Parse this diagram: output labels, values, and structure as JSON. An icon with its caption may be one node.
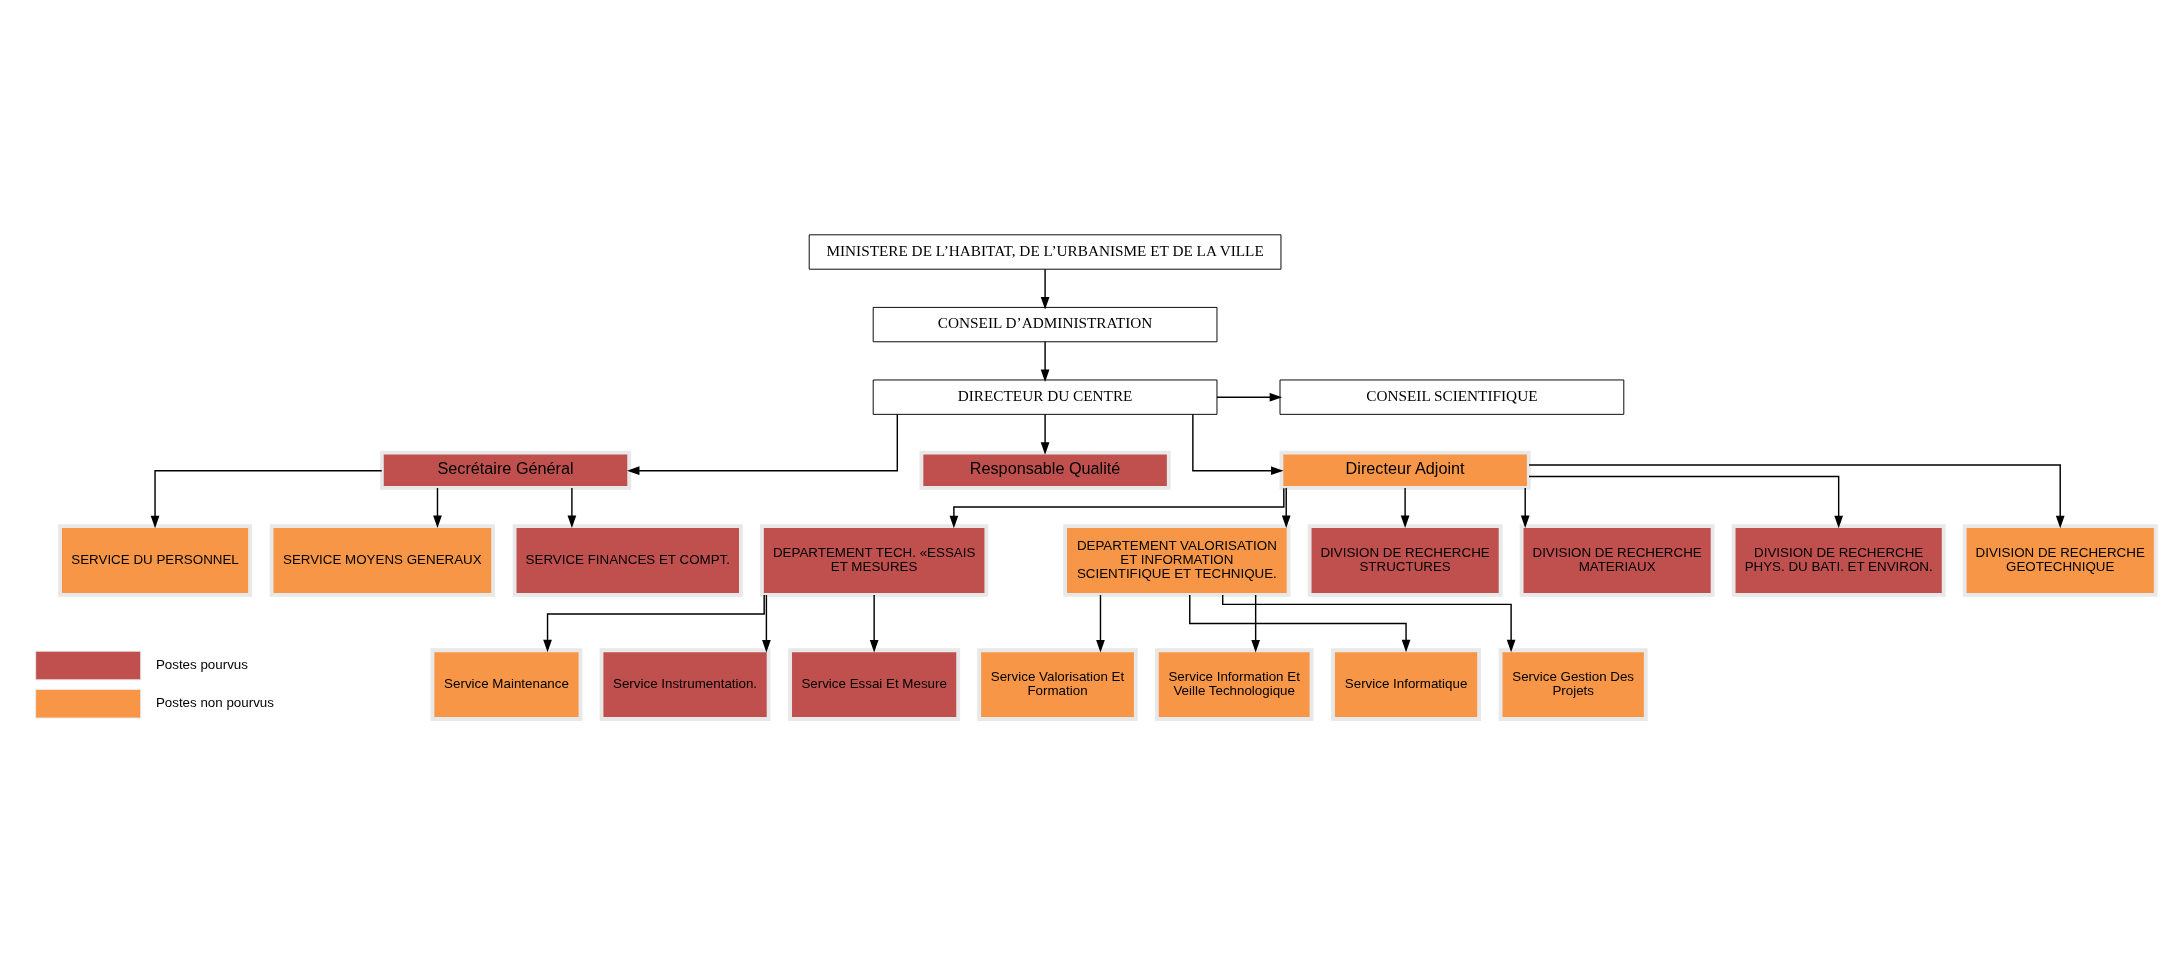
{
  "diagram": {
    "nodes": [
      {
        "text": [
          "MINISTERE DE L’HABITAT, DE L’URBANISME ET DE LA VILLE"
        ]
      },
      {
        "text": [
          "CONSEIL D’ADMINISTRATION"
        ]
      },
      {
        "text": [
          "DIRECTEUR DU CENTRE"
        ]
      },
      {
        "text": [
          "CONSEIL SCIENTIFIQUE"
        ]
      },
      {
        "text": [
          "Secrétaire Général"
        ]
      },
      {
        "text": [
          "Responsable Qualité"
        ]
      },
      {
        "text": [
          "Directeur Adjoint"
        ]
      },
      {
        "text": [
          "SERVICE DU PERSONNEL"
        ]
      },
      {
        "text": [
          "SERVICE MOYENS GENERAUX"
        ]
      },
      {
        "text": [
          "SERVICE FINANCES ET COMPT."
        ]
      },
      {
        "text": [
          "DEPARTEMENT TECH. «ESSAIS ET MESURES"
        ]
      },
      {
        "text": [
          "DEPARTEMENT VALORISATION ET INFORMATION SCIENTIFIQUE ET TECHNIQUE."
        ]
      },
      {
        "text": [
          "DIVISION DE RECHERCHE STRUCTURES"
        ]
      },
      {
        "text": [
          "DIVISION DE RECHERCHE MATERIAUX"
        ]
      },
      {
        "text": [
          "DIVISION DE RECHERCHE PHYS. DU BATI. ET ENVIRON."
        ]
      },
      {
        "text": [
          "DIVISION DE RECHERCHE GEOTECHNIQUE"
        ]
      },
      {
        "text": [
          "Service Maintenance"
        ]
      },
      {
        "text": [
          "Service Instrumentation."
        ]
      },
      {
        "text": [
          "Service Essai Et Mesure"
        ]
      },
      {
        "text": [
          "Service Valorisation Et Formation"
        ]
      },
      {
        "text": [
          "Service Information Et Veille Technologique"
        ]
      },
      {
        "text": [
          "Service Informatique"
        ]
      },
      {
        "text": [
          "Service Gestion Des Projets"
        ]
      }
    ],
    "edges": [
      {
        "from": 0,
        "to": 1,
        "arrow": "to"
      },
      {
        "from": 1,
        "to": 2,
        "arrow": "to"
      },
      {
        "from": 2,
        "to": 3,
        "arrow": "to"
      },
      {
        "from": 2,
        "to": 4,
        "arrow": "to"
      },
      {
        "from": 2,
        "to": 5,
        "arrow": "to"
      },
      {
        "from": 2,
        "to": 6,
        "arrow": "to"
      },
      {
        "from": 4,
        "to": 7,
        "arrow": "to"
      },
      {
        "from": 4,
        "to": 8,
        "arrow": "to"
      },
      {
        "from": 4,
        "to": 9,
        "arrow": "to"
      },
      {
        "from": 6,
        "to": 10,
        "arrow": "to"
      },
      {
        "from": 6,
        "to": 11,
        "arrow": "to"
      },
      {
        "from": 6,
        "to": 12,
        "arrow": "to"
      },
      {
        "from": 6,
        "to": 13,
        "arrow": "to"
      },
      {
        "from": 6,
        "to": 14,
        "arrow": "to"
      },
      {
        "from": 6,
        "to": 15,
        "arrow": "to"
      },
      {
        "from": 10,
        "to": 16,
        "arrow": "to"
      },
      {
        "from": 10,
        "to": 17,
        "arrow": "to"
      },
      {
        "from": 10,
        "to": 18,
        "arrow": "to"
      },
      {
        "from": 11,
        "to": 19,
        "arrow": "to"
      },
      {
        "from": 11,
        "to": 20,
        "arrow": "to"
      },
      {
        "from": 11,
        "to": 21,
        "arrow": "to"
      },
      {
        "from": 11,
        "to": 22,
        "arrow": "to"
      }
    ],
    "legend": [
      {
        "text": "Postes pourvus",
        "color": "#c0504d"
      },
      {
        "text": "Postes non pourvus",
        "color": "#f79646"
      }
    ]
  }
}
